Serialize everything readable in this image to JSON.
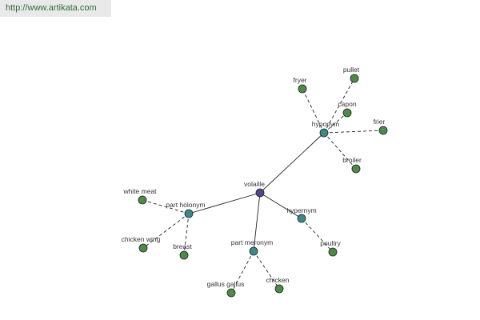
{
  "header": {
    "link_text": "http://www.artikata.com"
  },
  "colors": {
    "root": "#4a4a8c",
    "relation": "#3a8a8a",
    "leaf": "#4e8a48"
  },
  "graph": {
    "nodes": [
      {
        "id": "volaille",
        "label": "volaille",
        "kind": "root"
      },
      {
        "id": "hyponym",
        "label": "hyponym",
        "kind": "relation"
      },
      {
        "id": "part-holonym",
        "label": "part holonym",
        "kind": "relation"
      },
      {
        "id": "hypernym",
        "label": "hypernym",
        "kind": "relation"
      },
      {
        "id": "part-meronym",
        "label": "part meronym",
        "kind": "relation"
      },
      {
        "id": "fryer",
        "label": "fryer",
        "kind": "leaf"
      },
      {
        "id": "pullet",
        "label": "pullet",
        "kind": "leaf"
      },
      {
        "id": "capon",
        "label": "capon",
        "kind": "leaf"
      },
      {
        "id": "frier",
        "label": "frier",
        "kind": "leaf"
      },
      {
        "id": "broiler",
        "label": "broiler",
        "kind": "leaf"
      },
      {
        "id": "white-meat",
        "label": "white meat",
        "kind": "leaf"
      },
      {
        "id": "chicken-wing",
        "label": "chicken wing",
        "kind": "leaf"
      },
      {
        "id": "breast",
        "label": "breast",
        "kind": "leaf"
      },
      {
        "id": "poultry",
        "label": "poultry",
        "kind": "leaf"
      },
      {
        "id": "gallus-gallus",
        "label": "gallus gallus",
        "kind": "leaf"
      },
      {
        "id": "chicken",
        "label": "chicken",
        "kind": "leaf"
      }
    ],
    "edges": [
      {
        "from": "volaille",
        "to": "hyponym",
        "style": "solid"
      },
      {
        "from": "volaille",
        "to": "part-holonym",
        "style": "solid"
      },
      {
        "from": "volaille",
        "to": "hypernym",
        "style": "solid"
      },
      {
        "from": "volaille",
        "to": "part-meronym",
        "style": "solid"
      },
      {
        "from": "hyponym",
        "to": "fryer",
        "style": "dashed"
      },
      {
        "from": "hyponym",
        "to": "pullet",
        "style": "dashed"
      },
      {
        "from": "hyponym",
        "to": "capon",
        "style": "dashed"
      },
      {
        "from": "hyponym",
        "to": "frier",
        "style": "dashed"
      },
      {
        "from": "hyponym",
        "to": "broiler",
        "style": "dashed"
      },
      {
        "from": "part-holonym",
        "to": "white-meat",
        "style": "dashed"
      },
      {
        "from": "part-holonym",
        "to": "chicken-wing",
        "style": "dashed"
      },
      {
        "from": "part-holonym",
        "to": "breast",
        "style": "dashed"
      },
      {
        "from": "hypernym",
        "to": "poultry",
        "style": "dashed"
      },
      {
        "from": "part-meronym",
        "to": "gallus-gallus",
        "style": "dashed"
      },
      {
        "from": "part-meronym",
        "to": "chicken",
        "style": "dashed"
      }
    ]
  }
}
